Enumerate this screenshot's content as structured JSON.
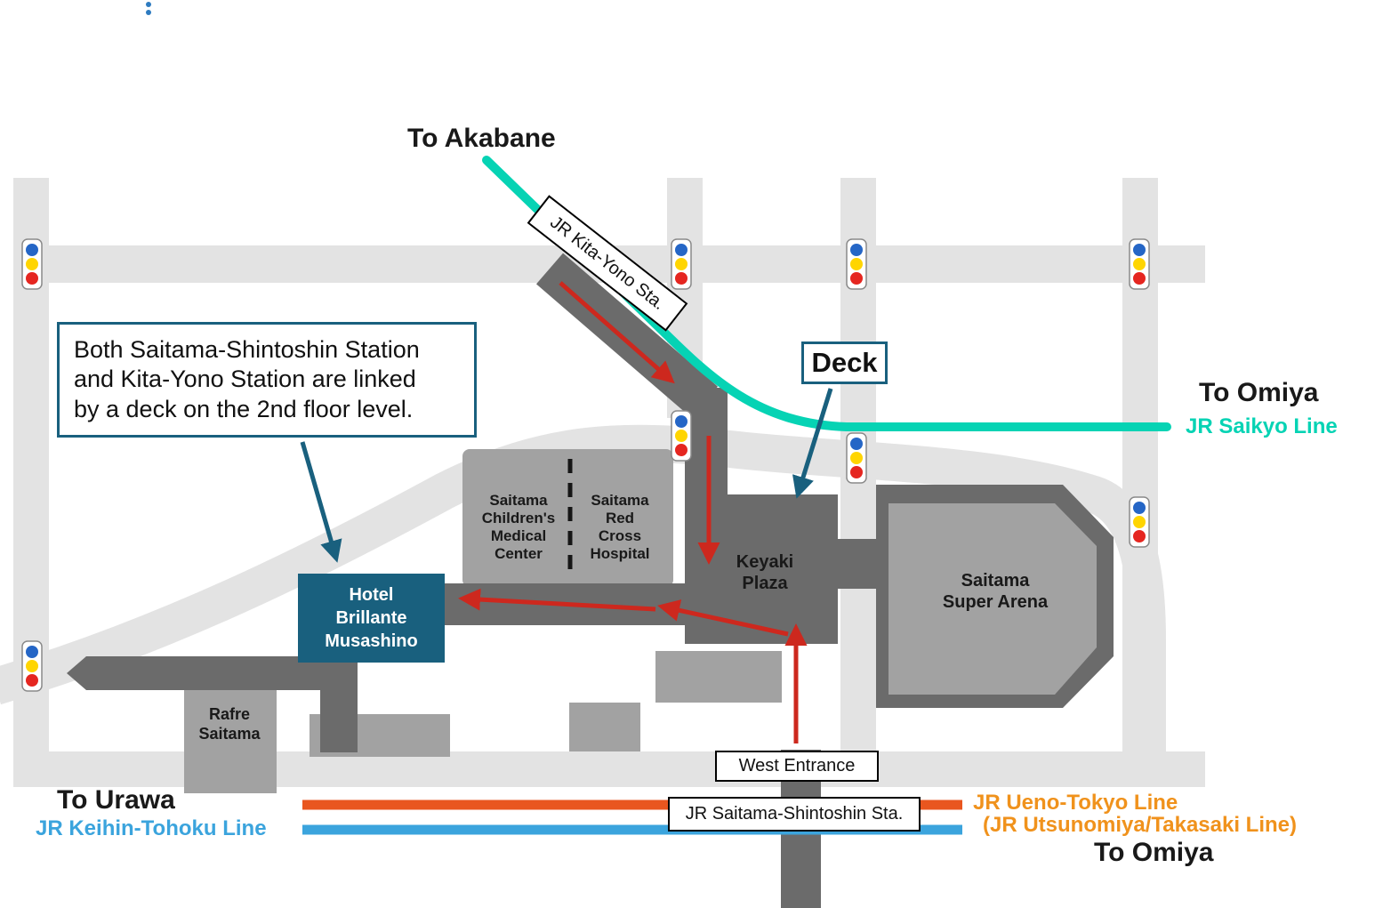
{
  "colors": {
    "road": "#e3e3e3",
    "building": "#a2a2a2",
    "deck": "#6b6b6b",
    "teal_line": "#06d3b4",
    "dark_teal": "#19607e",
    "route_red": "#cd281e",
    "orange_line": "#e9561f",
    "orange_text": "#f0921c",
    "blue_line": "#3ba4dd"
  },
  "icons": {
    "traffic_light": "traffic-light-icon"
  },
  "directions": {
    "to_akabane": "To Akabane",
    "to_omiya_right": "To Omiya",
    "to_urawa": "To Urawa",
    "to_omiya_bottom": "To Omiya"
  },
  "stations": {
    "kita_yono": "JR Kita-Yono Sta.",
    "saitama_shintoshin": "JR Saitama-Shintoshin Sta.",
    "west_entrance": "West Entrance",
    "deck": "Deck"
  },
  "rail_lines": {
    "saikyo": "JR Saikyo Line",
    "keihin_tohoku": "JR Keihin-Tohoku Line",
    "ueno_tokyo": "JR Ueno-Tokyo Line",
    "utsunomiya_takasaki": "(JR Utsunomiya/Takasaki Line)"
  },
  "note": {
    "lines": [
      "Both Saitama-Shintoshin Station",
      "and Kita-Yono Station are linked",
      "by a deck on the 2nd floor level."
    ]
  },
  "places": {
    "children_medical": [
      "Saitama",
      "Children's",
      "Medical",
      "Center"
    ],
    "red_cross": [
      "Saitama",
      "Red",
      "Cross",
      "Hospital"
    ],
    "keyaki_plaza": [
      "Keyaki",
      "Plaza"
    ],
    "super_arena": [
      "Saitama",
      "Super Arena"
    ],
    "hotel": [
      "Hotel",
      "Brillante",
      "Musashino"
    ],
    "rafre": [
      "Rafre",
      "Saitama"
    ]
  }
}
